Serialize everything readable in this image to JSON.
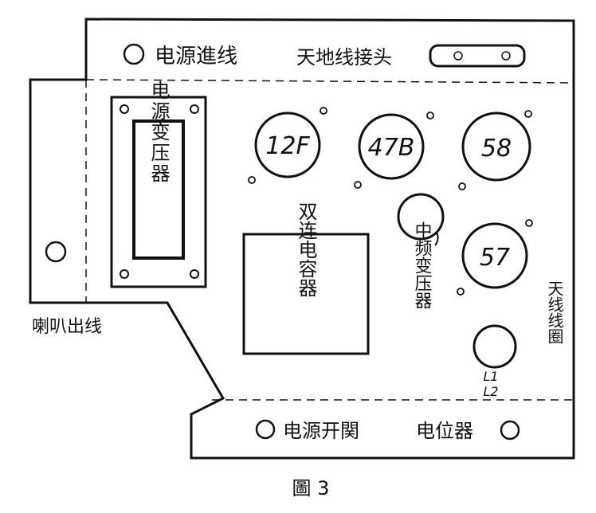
{
  "labels": {
    "power_in": "电源進线",
    "antenna_ground": "天地线接头",
    "power_transformer": "电源变压器",
    "speaker_out": "喇叭出线",
    "dual_capacitor": "双连电容器",
    "if_transformer": "中频变压器",
    "antenna_coil": "天线线圈",
    "coil_ids": [
      "L1",
      "L2"
    ],
    "power_switch": "电源开関",
    "potentiometer": "电位器"
  },
  "tubes": [
    "12F",
    "47B",
    "58",
    "57"
  ],
  "caption": "圖 3"
}
